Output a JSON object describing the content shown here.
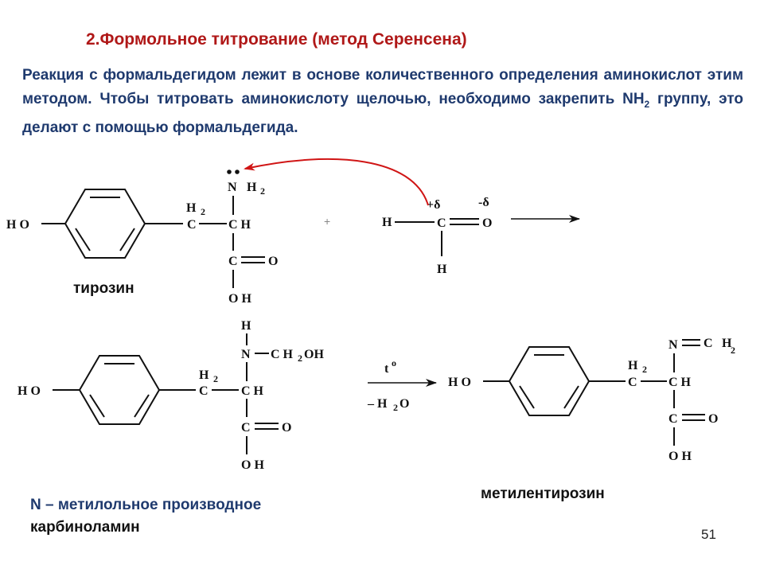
{
  "slide": {
    "title": "2.Формольное титрование (метод Серенсена)",
    "para_part1": "Реакция с формальдегидом лежит в основе количественного определения аминокислот этим методом. Чтобы титровать аминокислоту щелочью, необходимо закрепить ",
    "para_nh": "NH",
    "para_sub": "2",
    "para_part2": " группу, это делают с помощью формальдегида.",
    "page_number": "51"
  },
  "labels": {
    "tyrosine": "тирозин",
    "methylene_tyrosine": "метилентирозин",
    "n_methylol_line1": "N – метилольное производное",
    "n_methylol_line2": "карбиноламин"
  },
  "chem": {
    "HO": "H O",
    "H2_H": "H",
    "sub2": "2",
    "C": "C",
    "CH": "C H",
    "O": "O",
    "OH": "O H",
    "NH2_N": "N",
    "NH2_H": "H",
    "H": "H",
    "plus": "+",
    "plus_delta": "+δ",
    "minus_delta": "-δ",
    "N": "N",
    "CH2OH_C": "C H",
    "CH2OH_OH": "OH",
    "CH2_C": "C",
    "CH2_H": "H",
    "temp": "t",
    "temp_sup": "o",
    "minus_water": "– H",
    "water_O": "O"
  },
  "colors": {
    "title": "#b01818",
    "text": "#1f3a6e",
    "arrow": "#d01515",
    "bonds": "#111111"
  }
}
